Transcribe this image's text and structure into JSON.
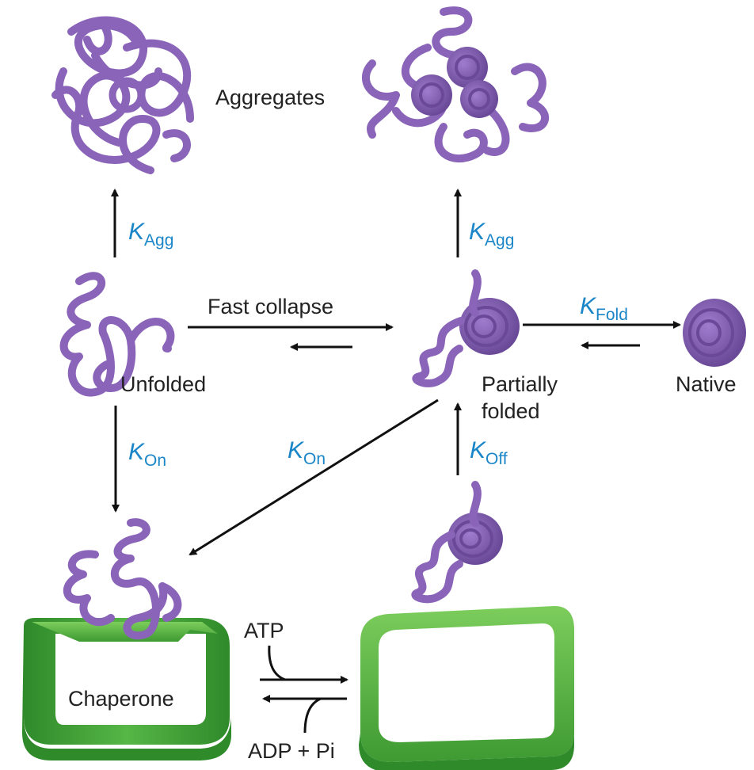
{
  "labels": {
    "aggregates": "Aggregates",
    "fast_collapse": "Fast collapse",
    "unfolded": "Unfolded",
    "partially": "Partially",
    "folded": "folded",
    "native": "Native",
    "chaperone": "Chaperone",
    "atp": "ATP",
    "adp_pi": "ADP + Pi"
  },
  "rates": {
    "k_symbol": "K",
    "agg_left": "Agg",
    "agg_right": "Agg",
    "fold": "Fold",
    "on_left": "On",
    "on_diag": "On",
    "off": "Off"
  },
  "colors": {
    "protein": "#8a64b8",
    "chaperone": "#4caa3c",
    "rate_label": "#1a86c8",
    "arrow": "#111111"
  }
}
